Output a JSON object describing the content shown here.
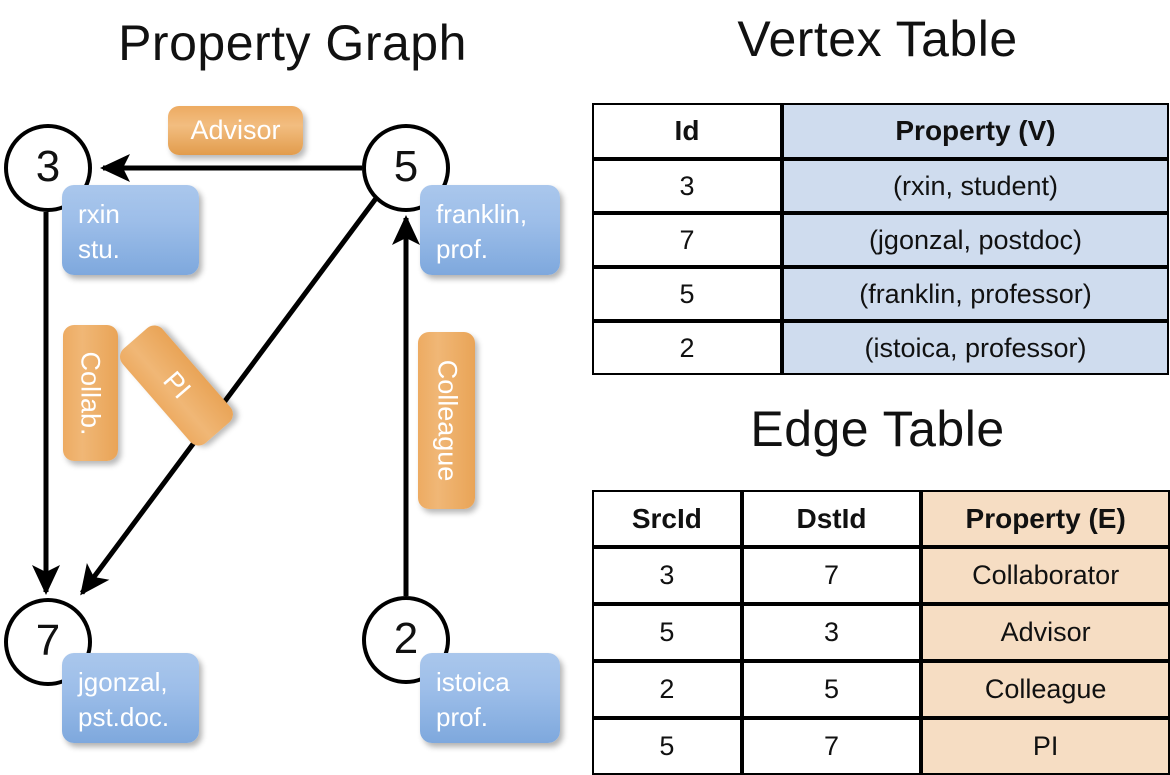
{
  "titles": {
    "property_graph": "Property Graph",
    "vertex_table": "Vertex Table",
    "edge_table": "Edge Table"
  },
  "graph": {
    "nodes": [
      {
        "id": "3",
        "property": "rxin\nstu.",
        "line1": "rxin",
        "line2": "stu."
      },
      {
        "id": "5",
        "property": "franklin, prof.",
        "line1": "franklin,",
        "line2": "prof."
      },
      {
        "id": "7",
        "property": "jgonzal, pst.doc.",
        "line1": "jgonzal,",
        "line2": "pst.doc."
      },
      {
        "id": "2",
        "property": "istoica prof.",
        "line1": "istoica",
        "line2": "prof."
      }
    ],
    "edge_labels": {
      "advisor": "Advisor",
      "collab": "Collab.",
      "pi": "PI",
      "colleague": "Colleague"
    },
    "edges": [
      {
        "src": "5",
        "dst": "3",
        "label": "Advisor"
      },
      {
        "src": "3",
        "dst": "7",
        "label": "Collab."
      },
      {
        "src": "5",
        "dst": "7",
        "label": "PI"
      },
      {
        "src": "2",
        "dst": "5",
        "label": "Colleague"
      }
    ]
  },
  "vertex_table": {
    "headers": [
      "Id",
      "Property (V)"
    ],
    "rows": [
      {
        "id": "3",
        "property": "(rxin, student)"
      },
      {
        "id": "7",
        "property": "(jgonzal, postdoc)"
      },
      {
        "id": "5",
        "property": "(franklin, professor)"
      },
      {
        "id": "2",
        "property": "(istoica, professor)"
      }
    ]
  },
  "edge_table": {
    "headers": [
      "SrcId",
      "DstId",
      "Property (E)"
    ],
    "rows": [
      {
        "src": "3",
        "dst": "7",
        "property": "Collaborator"
      },
      {
        "src": "5",
        "dst": "3",
        "property": "Advisor"
      },
      {
        "src": "2",
        "dst": "5",
        "property": "Colleague"
      },
      {
        "src": "5",
        "dst": "7",
        "property": "PI"
      }
    ]
  },
  "colors": {
    "vertex_property_fill": "#cfdcee",
    "edge_property_fill": "#f6ddc3",
    "node_box_blue": "#9dbee9",
    "edge_label_orange": "#edab62",
    "stroke": "#000000",
    "background": "#ffffff"
  }
}
